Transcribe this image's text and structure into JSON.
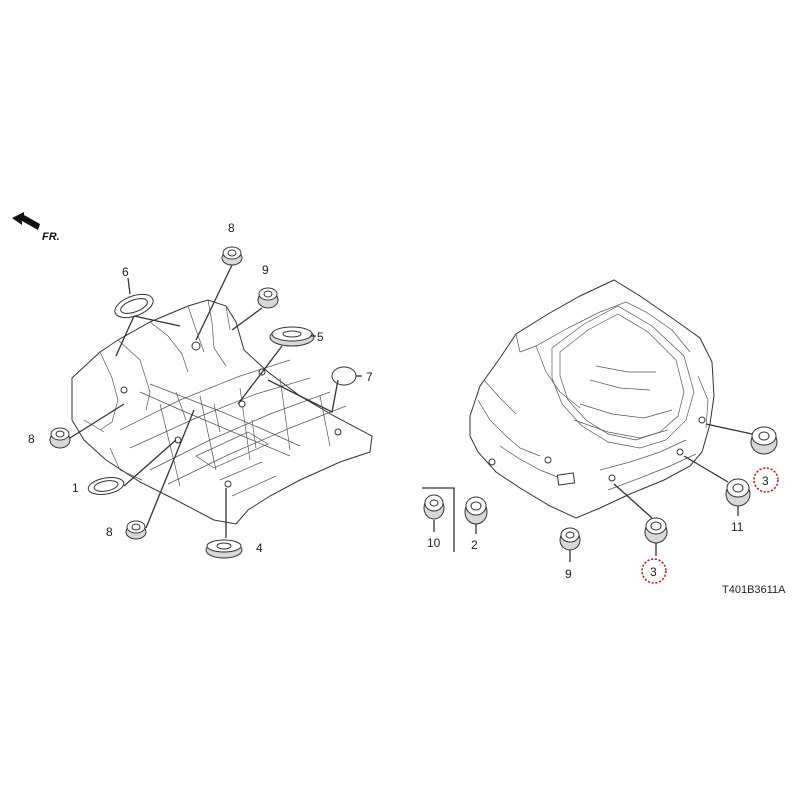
{
  "diagram": {
    "direction_label": "FR.",
    "drawing_code": "T401B3611A",
    "highlight_color": "#c81e1e",
    "callouts": [
      {
        "id": "c6",
        "text": "6"
      },
      {
        "id": "c8a",
        "text": "8"
      },
      {
        "id": "c9a",
        "text": "9"
      },
      {
        "id": "c5",
        "text": "5"
      },
      {
        "id": "c7",
        "text": "7"
      },
      {
        "id": "c8b",
        "text": "8"
      },
      {
        "id": "c1",
        "text": "1"
      },
      {
        "id": "c8c",
        "text": "8"
      },
      {
        "id": "c4",
        "text": "4"
      },
      {
        "id": "c10",
        "text": "10"
      },
      {
        "id": "c2",
        "text": "2"
      },
      {
        "id": "c9b",
        "text": "9"
      },
      {
        "id": "c3a",
        "text": "3",
        "highlighted": true
      },
      {
        "id": "c11",
        "text": "11"
      },
      {
        "id": "c3b",
        "text": "3",
        "highlighted": true
      }
    ]
  }
}
